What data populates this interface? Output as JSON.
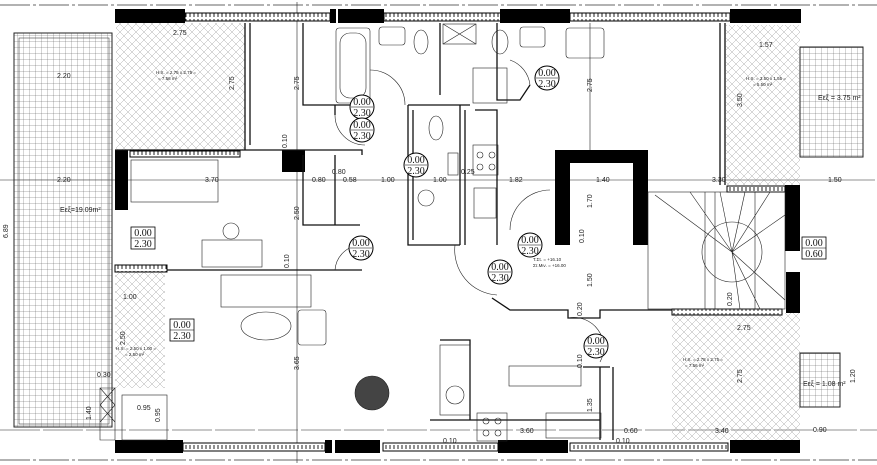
{
  "plan": {
    "levels": {
      "floor": "0.00",
      "ceiling": "2.30",
      "terrace_floor": "0.00",
      "terrace_height": "0.60"
    },
    "areas": {
      "west_balcony": "Εεξ=19.09m²",
      "ne_balcony": "Εεξ = 3.75 m²",
      "se_balcony": "Εεξ = 1.08 m²",
      "hx_bedroom_1": "H.X. = 2.75 x 2.75 =",
      "hx_bedroom_2": "= 7.56 m²",
      "hx_ne_1": "H.X. = 3.50 x 1.55 =",
      "hx_ne_2": "= 5.50 m²",
      "hx_se_1": "H.X. = 2.75 x 2.75 =",
      "hx_se_2": "= 7.56 m²",
      "hx_sw_1": "H.X. = 2.50 x 1.00 =",
      "hx_sw_2": "= 2.50 m²"
    },
    "elevation_note": {
      "line1": "T.Στ. = +16.10",
      "line2": "Στ.Μιν. = +16.00"
    },
    "dimensions": {
      "d275": "2.75",
      "d220": "2.20",
      "d370": "3.70",
      "d080": "0.80",
      "d058": "0.58",
      "d100": "1.00",
      "d025": "0.25",
      "d182": "1.82",
      "d140": "1.40",
      "d330": "3.30",
      "d150": "1.50",
      "d157": "1.57",
      "d350": "3.50",
      "d170": "1.70",
      "d250": "2.50",
      "d010": "0.10",
      "d020": "0.20",
      "d365": "3.65",
      "d689": "6.89",
      "d030": "0.30",
      "d095": "0.95",
      "d360": "3.60",
      "d060": "0.60",
      "d340": "3.40",
      "d090": "0.90",
      "d120": "1.20",
      "d135": "1.35"
    }
  }
}
